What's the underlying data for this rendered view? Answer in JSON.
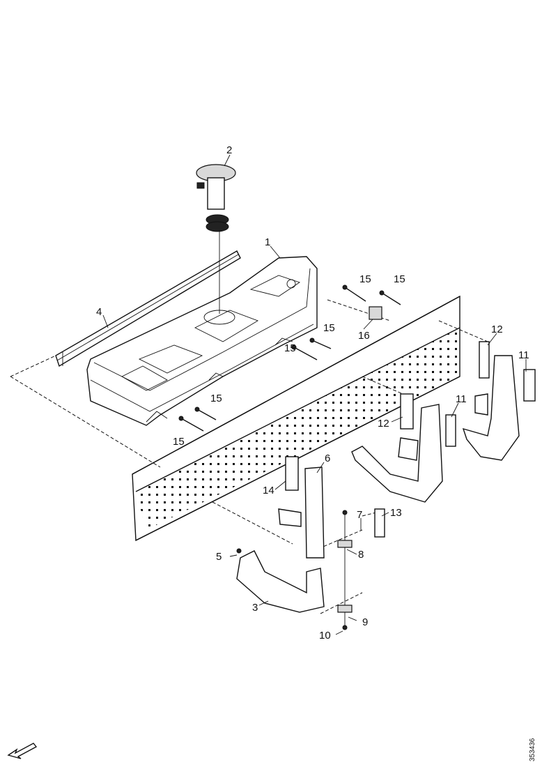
{
  "callouts": {
    "c1": "1",
    "c2": "2",
    "c3": "3",
    "c4": "4",
    "c5": "5",
    "c6": "6",
    "c7": "7",
    "c8": "8",
    "c9": "9",
    "c10": "10",
    "c11a": "11",
    "c11b": "11",
    "c12a": "12",
    "c12b": "12",
    "c13": "13",
    "c14": "14",
    "c15a": "15",
    "c15b": "15",
    "c15c": "15",
    "c15d": "15",
    "c15e": "15",
    "c15f": "15",
    "c16": "16"
  },
  "reference_number": "353436",
  "orientation_arrow": "front-direction-arrow-icon"
}
